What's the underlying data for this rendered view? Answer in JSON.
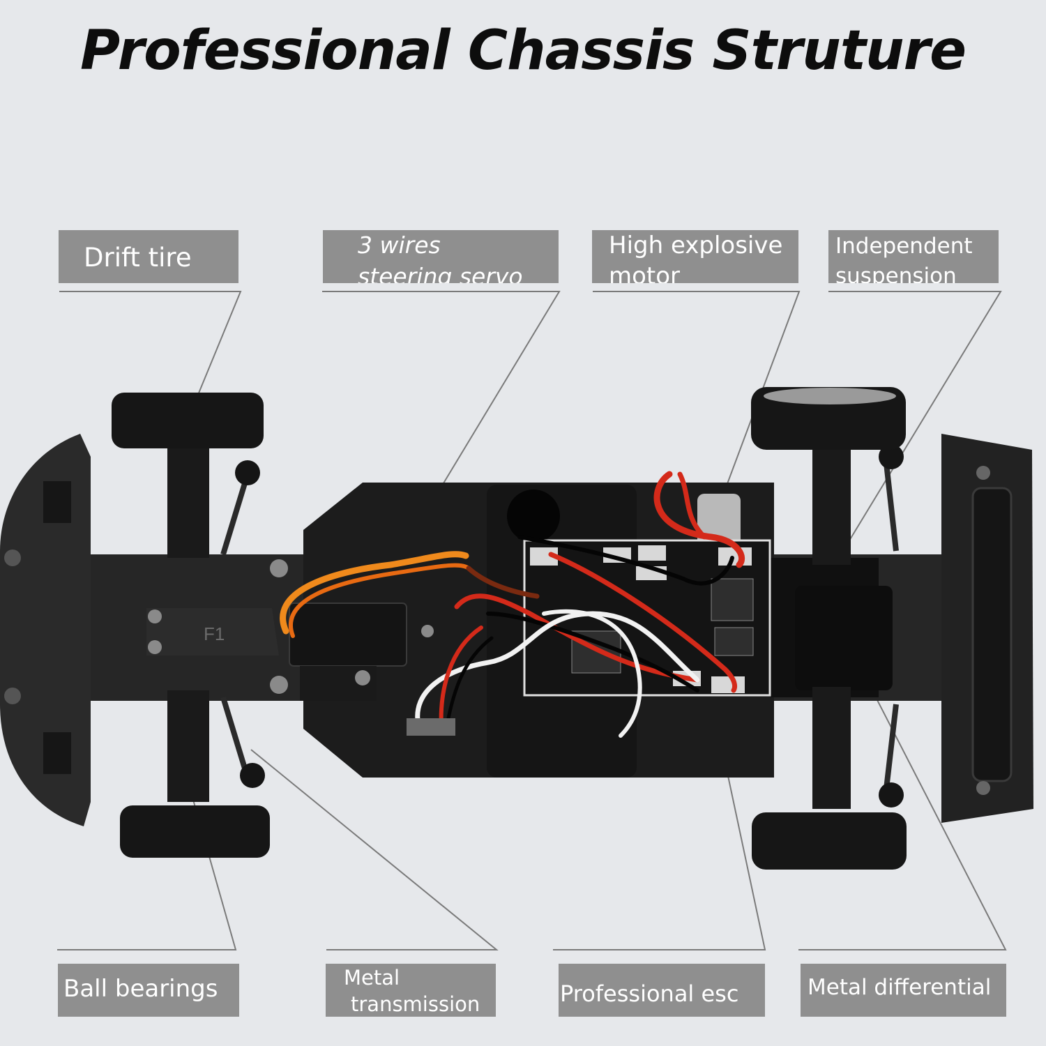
{
  "title": "Professional Chassis Struture",
  "labels": {
    "drift_tire": "Drift tire",
    "steering_servo_line1": "3 wires",
    "steering_servo_line2": "steering servo",
    "motor_line1": "High explosive",
    "motor_line2": "motor",
    "suspension_line1": "Independent",
    "suspension_line2": "suspension",
    "ball_bearings": "Ball bearings",
    "transmission_line1": "Metal",
    "transmission_line2": "transmission",
    "esc": "Professional esc",
    "differential": "Metal differential"
  },
  "markings": {
    "plate": "F1"
  },
  "colors": {
    "background": "#e6e8eb",
    "label_box": "#8f8f8f",
    "label_text": "#ffffff",
    "leader_line": "#7a7a7a",
    "chassis": "#1c1c1c",
    "wire_red": "#d42a1a",
    "wire_orange": "#f08a1c",
    "wire_white": "#f2f2f2",
    "board": "#141414"
  }
}
